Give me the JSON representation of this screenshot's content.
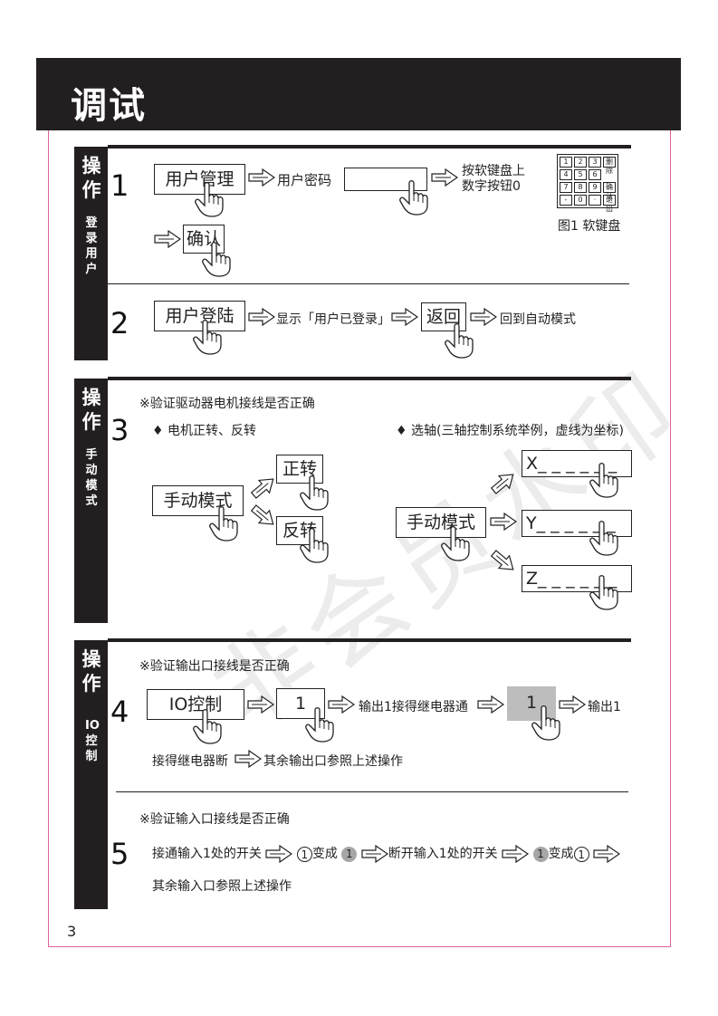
{
  "header": {
    "title": "调试"
  },
  "watermark": "非会员水印",
  "section1": {
    "side_big": "操作",
    "side_small": "登录用户",
    "step1_num": "1",
    "btn_user_manage": "用户管理",
    "text_password": "用户密码",
    "text_keypad_line1": "按软键盘上",
    "text_keypad_line2": "数字按钮0",
    "btn_confirm": "确认",
    "keypad": [
      "1",
      "2",
      "3",
      "删除",
      "4",
      "5",
      "6",
      "",
      "7",
      "8",
      "9",
      "确认",
      "-",
      "0",
      "·",
      "退出"
    ],
    "keypad_caption": "图1 软键盘",
    "step2_num": "2",
    "btn_login": "用户登陆",
    "text_show": "显示「用户已登录」",
    "btn_return": "返回",
    "text_auto": "回到自动模式"
  },
  "section2": {
    "side_big": "操作",
    "side_small": "手动模式",
    "note": "※验证驱动器电机接线是否正确",
    "step_num": "3",
    "bullet_motor": "♦ 电机正转、反转",
    "bullet_axis": "♦ 选轴(三轴控制系统举例，虚线为坐标)",
    "btn_manual_1": "手动模式",
    "btn_forward": "正转",
    "btn_reverse": "反转",
    "btn_manual_2": "手动模式",
    "axis_x": "X_ _ _ _ _ _",
    "axis_y": "Y_ _ _ _ _ _",
    "axis_z": "Z_ _ _ _ _ _"
  },
  "section3": {
    "side_big": "操作",
    "side_small": "IO控制",
    "note_out": "※验证输出口接线是否正确",
    "step4_num": "4",
    "btn_io": "IO控制",
    "box_1a": "1",
    "text_out1": "输出1接得继电器通",
    "box_1b": "1",
    "text_out1_tail": "输出1",
    "text_out_line2": "接得继电器断",
    "text_out_line2b": "其余输出口参照上述操作",
    "note_in": "※验证输入口接线是否正确",
    "step5_num": "5",
    "text_in_a": "接通输入1处的开关",
    "c1": "1",
    "text_in_b": "变成",
    "c2": "1",
    "text_in_c": "断开输入1处的开关",
    "c3": "1",
    "text_in_d": "变成",
    "c4": "1",
    "text_in_line2": "其余输入口参照上述操作"
  },
  "footer": {
    "page_number": "3"
  }
}
